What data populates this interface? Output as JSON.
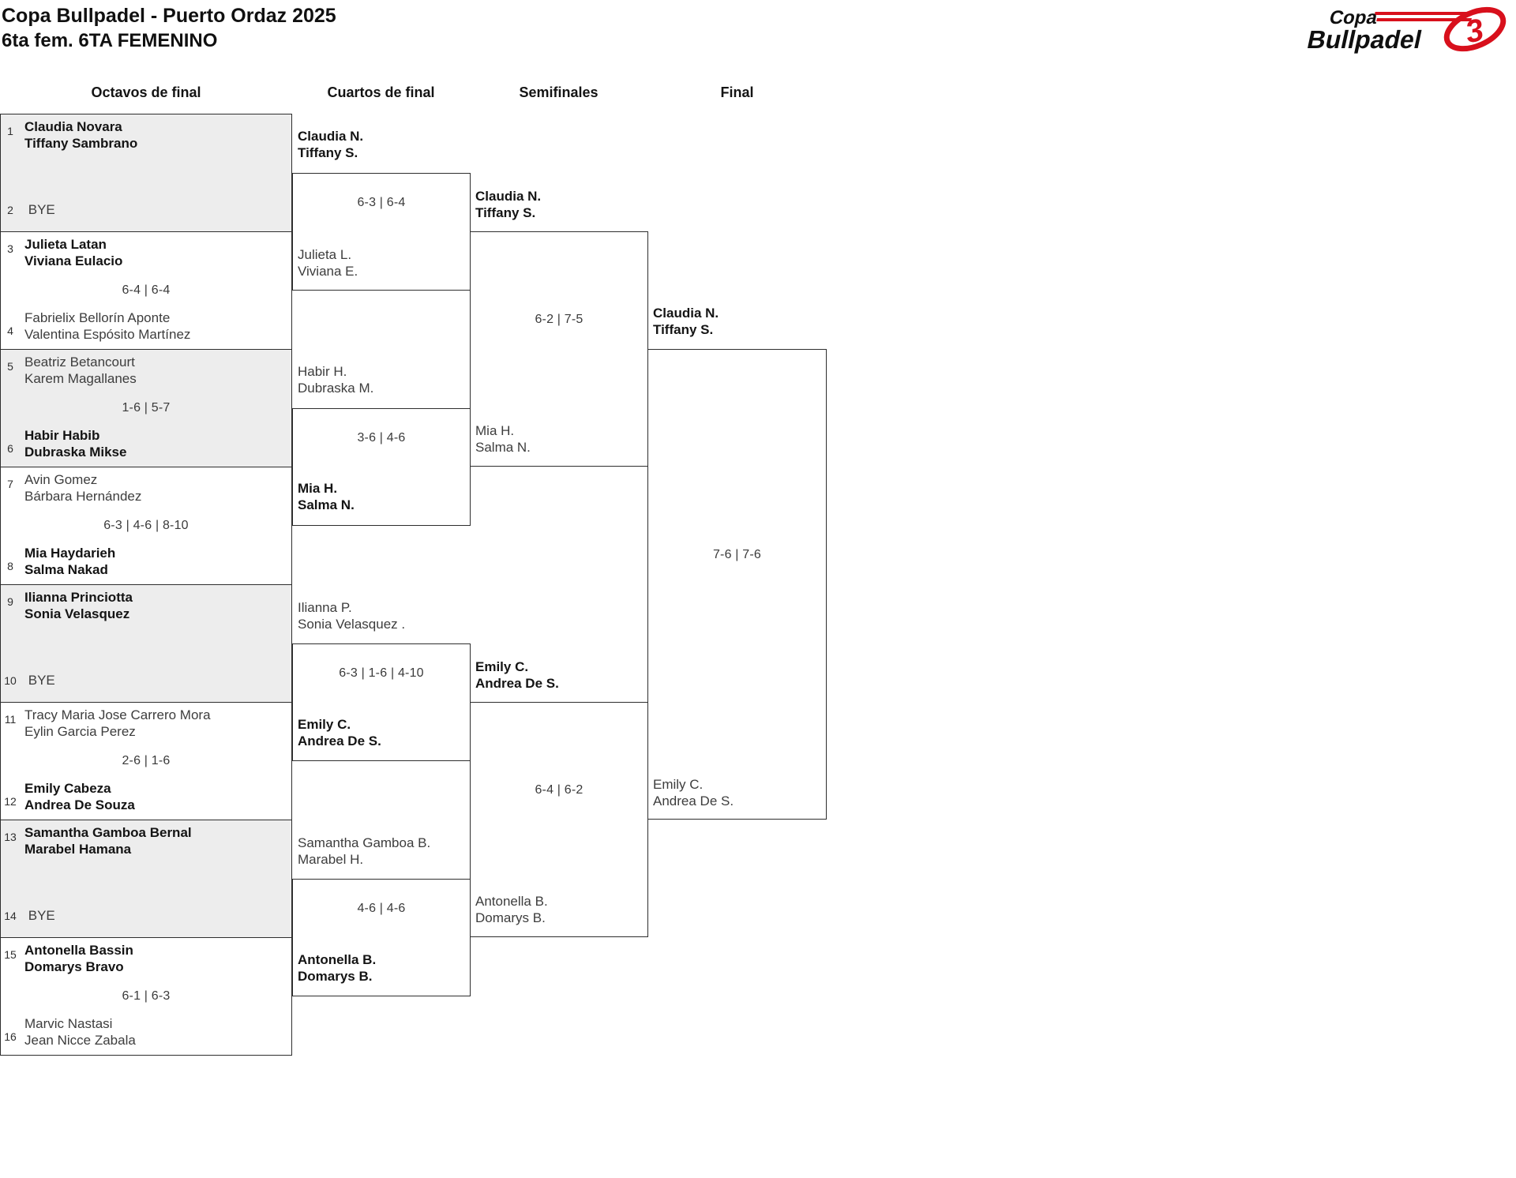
{
  "title": "Copa Bullpadel - Puerto Ordaz 2025",
  "subtitle": "6ta fem. 6TA FEMENINO",
  "logo": {
    "line1": "Copa",
    "line2": "Bullpadel",
    "emblem": "3"
  },
  "colors": {
    "brand_red": "#d8101c",
    "shaded_match": "#ededed",
    "border": "#2e2e2e"
  },
  "round_headers": [
    "Octavos de final",
    "Cuartos de final",
    "Semifinales",
    "Final"
  ],
  "octavos": [
    {
      "seed_top": "1",
      "top1": "Claudia Novara",
      "top2": "Tiffany Sambrano",
      "score": "",
      "seed_bottom": "2",
      "bottom1": "BYE",
      "bottom2": ""
    },
    {
      "seed_top": "3",
      "top1": "Julieta Latan",
      "top2": "Viviana Eulacio",
      "score": "6-4 | 6-4",
      "seed_bottom": "4",
      "bottom1": "Fabrielix Bellorín Aponte",
      "bottom2": "Valentina Espósito Martínez"
    },
    {
      "seed_top": "5",
      "top1": "Beatriz Betancourt",
      "top2": "Karem Magallanes",
      "score": "1-6 | 5-7",
      "seed_bottom": "6",
      "bottom1": "Habir Habib",
      "bottom2": "Dubraska Mikse"
    },
    {
      "seed_top": "7",
      "top1": "Avin Gomez",
      "top2": "Bárbara Hernández",
      "score": "6-3 | 4-6 | 8-10",
      "seed_bottom": "8",
      "bottom1": "Mia Haydarieh",
      "bottom2": "Salma Nakad"
    },
    {
      "seed_top": "9",
      "top1": "Ilianna Princiotta",
      "top2": "Sonia Velasquez",
      "score": "",
      "seed_bottom": "10",
      "bottom1": "BYE",
      "bottom2": ""
    },
    {
      "seed_top": "11",
      "top1": "Tracy Maria Jose Carrero Mora",
      "top2": "Eylin Garcia Perez",
      "score": "2-6 | 1-6",
      "seed_bottom": "12",
      "bottom1": "Emily Cabeza",
      "bottom2": "Andrea De Souza"
    },
    {
      "seed_top": "13",
      "top1": "Samantha Gamboa Bernal",
      "top2": "Marabel Hamana",
      "score": "",
      "seed_bottom": "14",
      "bottom1": "BYE",
      "bottom2": ""
    },
    {
      "seed_top": "15",
      "top1": "Antonella Bassin",
      "top2": "Domarys Bravo",
      "score": "6-1 | 6-3",
      "seed_bottom": "16",
      "bottom1": "Marvic Nastasi",
      "bottom2": "Jean Nicce Zabala"
    }
  ],
  "cuartos": [
    {
      "top1": "Claudia N.",
      "top2": "Tiffany S.",
      "score": "6-3 | 6-4",
      "bottom1": "Julieta L.",
      "bottom2": "Viviana E."
    },
    {
      "top1": "Habir H.",
      "top2": "Dubraska M.",
      "score": "3-6 | 4-6",
      "bottom1": "Mia H.",
      "bottom2": "Salma N."
    },
    {
      "top1": "Ilianna P.",
      "top2": "Sonia Velasquez .",
      "score": "6-3 | 1-6 | 4-10",
      "bottom1": "Emily C.",
      "bottom2": "Andrea De S."
    },
    {
      "top1": "Samantha Gamboa B.",
      "top2": "Marabel H.",
      "score": "4-6 | 4-6",
      "bottom1": "Antonella B.",
      "bottom2": "Domarys B."
    }
  ],
  "semifinales": [
    {
      "top1": "Claudia N.",
      "top2": "Tiffany S.",
      "score": "6-2 | 7-5",
      "bottom1": "Mia H.",
      "bottom2": "Salma N."
    },
    {
      "top1": "Emily C.",
      "top2": "Andrea De S.",
      "score": "6-4 | 6-2",
      "bottom1": "Antonella B.",
      "bottom2": "Domarys B."
    }
  ],
  "final": {
    "top1": "Claudia N.",
    "top2": "Tiffany S.",
    "score": "7-6 | 7-6",
    "bottom1": "Emily C.",
    "bottom2": "Andrea De S."
  }
}
